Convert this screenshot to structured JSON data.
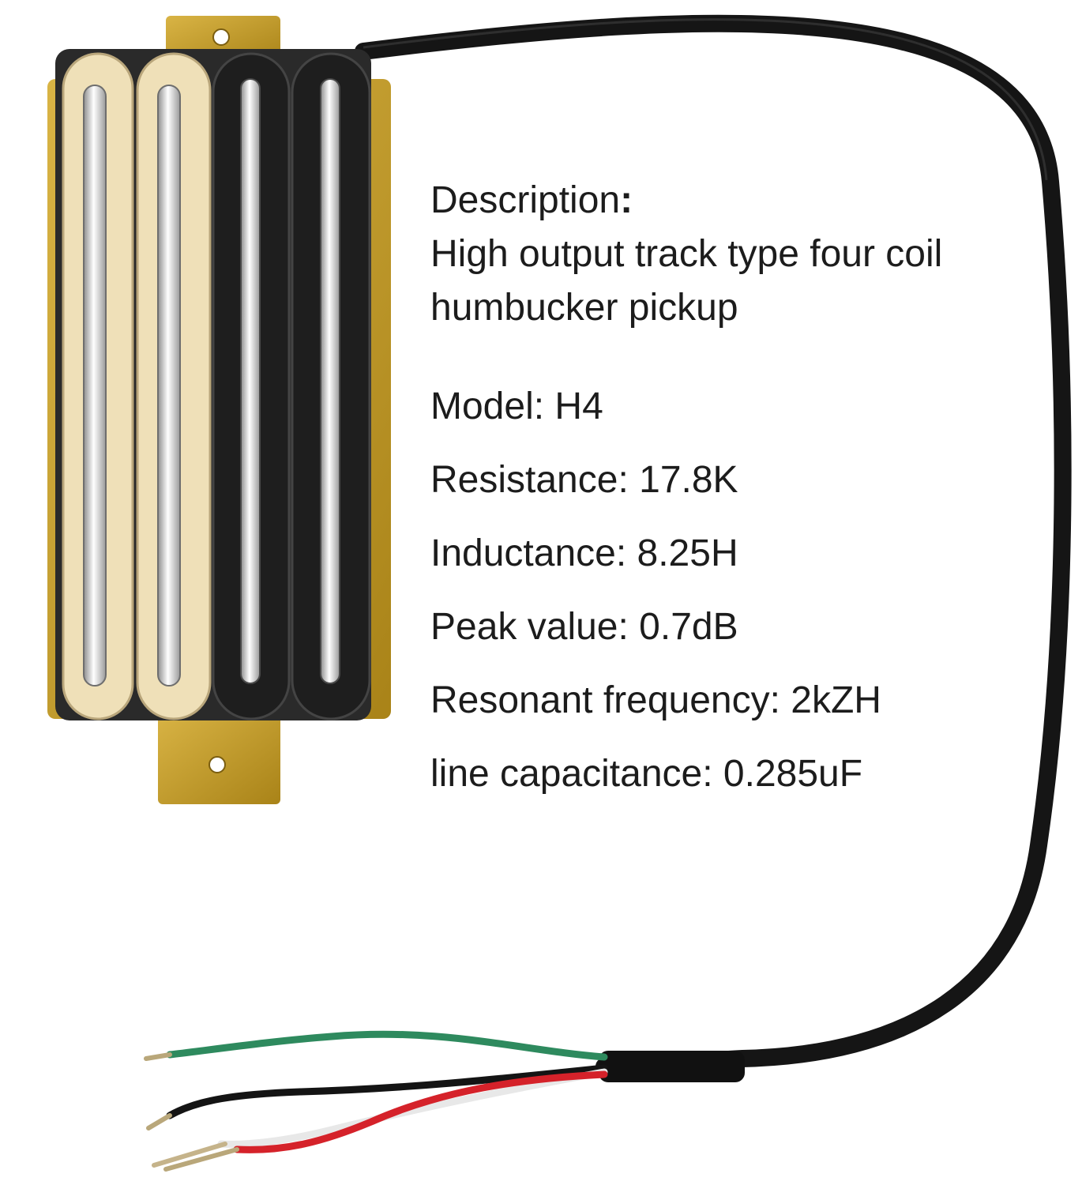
{
  "description": {
    "heading": "Description",
    "colon": ":",
    "lines": [
      "High output track type four coil",
      "humbucker pickup"
    ]
  },
  "specs": [
    {
      "label": "Model",
      "value": "H4"
    },
    {
      "label": "Resistance",
      "value": "17.8K"
    },
    {
      "label": "Inductance",
      "value": "8.25H"
    },
    {
      "label": "Peak value",
      "value": "0.7dB"
    },
    {
      "label": "Resonant frequency",
      "value": "2kZH"
    },
    {
      "label": "line capacitance",
      "value": "0.285uF"
    }
  ],
  "colors": {
    "cream_coil": "#efe0b8",
    "black_coil": "#1e1e1e",
    "baseplate": "#c8a137",
    "cable": "#151515",
    "wire_green": "#2e8a5e",
    "wire_red": "#d5222a",
    "wire_white": "#e8e8e8",
    "wire_black": "#141414"
  }
}
